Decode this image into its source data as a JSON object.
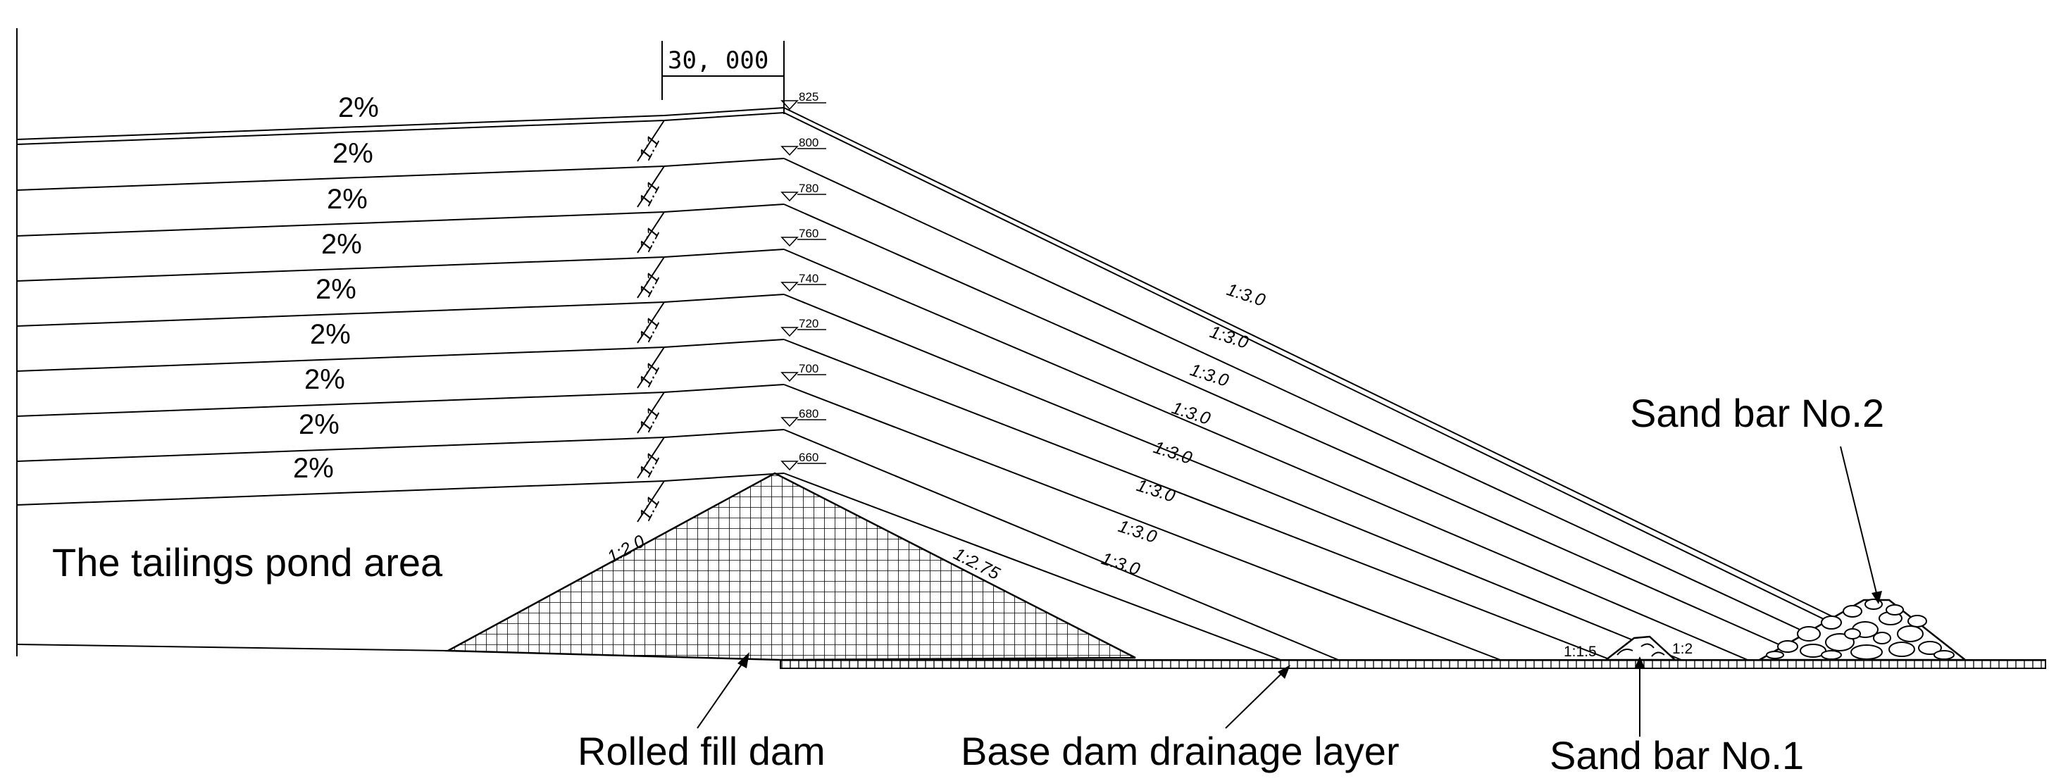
{
  "labels": {
    "pond_area": "The tailings pond area",
    "rolled_fill_dam": "Rolled fill dam",
    "drainage_layer": "Base dam drainage layer",
    "sand_bar_1": "Sand bar No.1",
    "sand_bar_2": "Sand bar No.2",
    "crest_width": "30, 000",
    "upstream_slope": "1:2.0",
    "downstream_slope": "1:2.75",
    "bar1_slope_left": "1:1.5",
    "bar1_slope_right": "1:2"
  },
  "stages": [
    {
      "elevation": "825",
      "beach_slope": "2%",
      "inner_slope": "1:1",
      "outer_slope": "1:3.0"
    },
    {
      "elevation": "800",
      "beach_slope": "2%",
      "inner_slope": "1:1",
      "outer_slope": "1:3.0"
    },
    {
      "elevation": "780",
      "beach_slope": "2%",
      "inner_slope": "1:1",
      "outer_slope": "1:3.0"
    },
    {
      "elevation": "760",
      "beach_slope": "2%",
      "inner_slope": "1:1",
      "outer_slope": "1:3.0"
    },
    {
      "elevation": "740",
      "beach_slope": "2%",
      "inner_slope": "1:1",
      "outer_slope": "1:3.0"
    },
    {
      "elevation": "720",
      "beach_slope": "2%",
      "inner_slope": "1:1",
      "outer_slope": "1:3.0"
    },
    {
      "elevation": "700",
      "beach_slope": "2%",
      "inner_slope": "1:1",
      "outer_slope": "1:3.0"
    },
    {
      "elevation": "680",
      "beach_slope": "2%",
      "inner_slope": "1:1",
      "outer_slope": "1:3.0"
    },
    {
      "elevation": "660",
      "beach_slope": "2%",
      "inner_slope": "1:1"
    }
  ]
}
